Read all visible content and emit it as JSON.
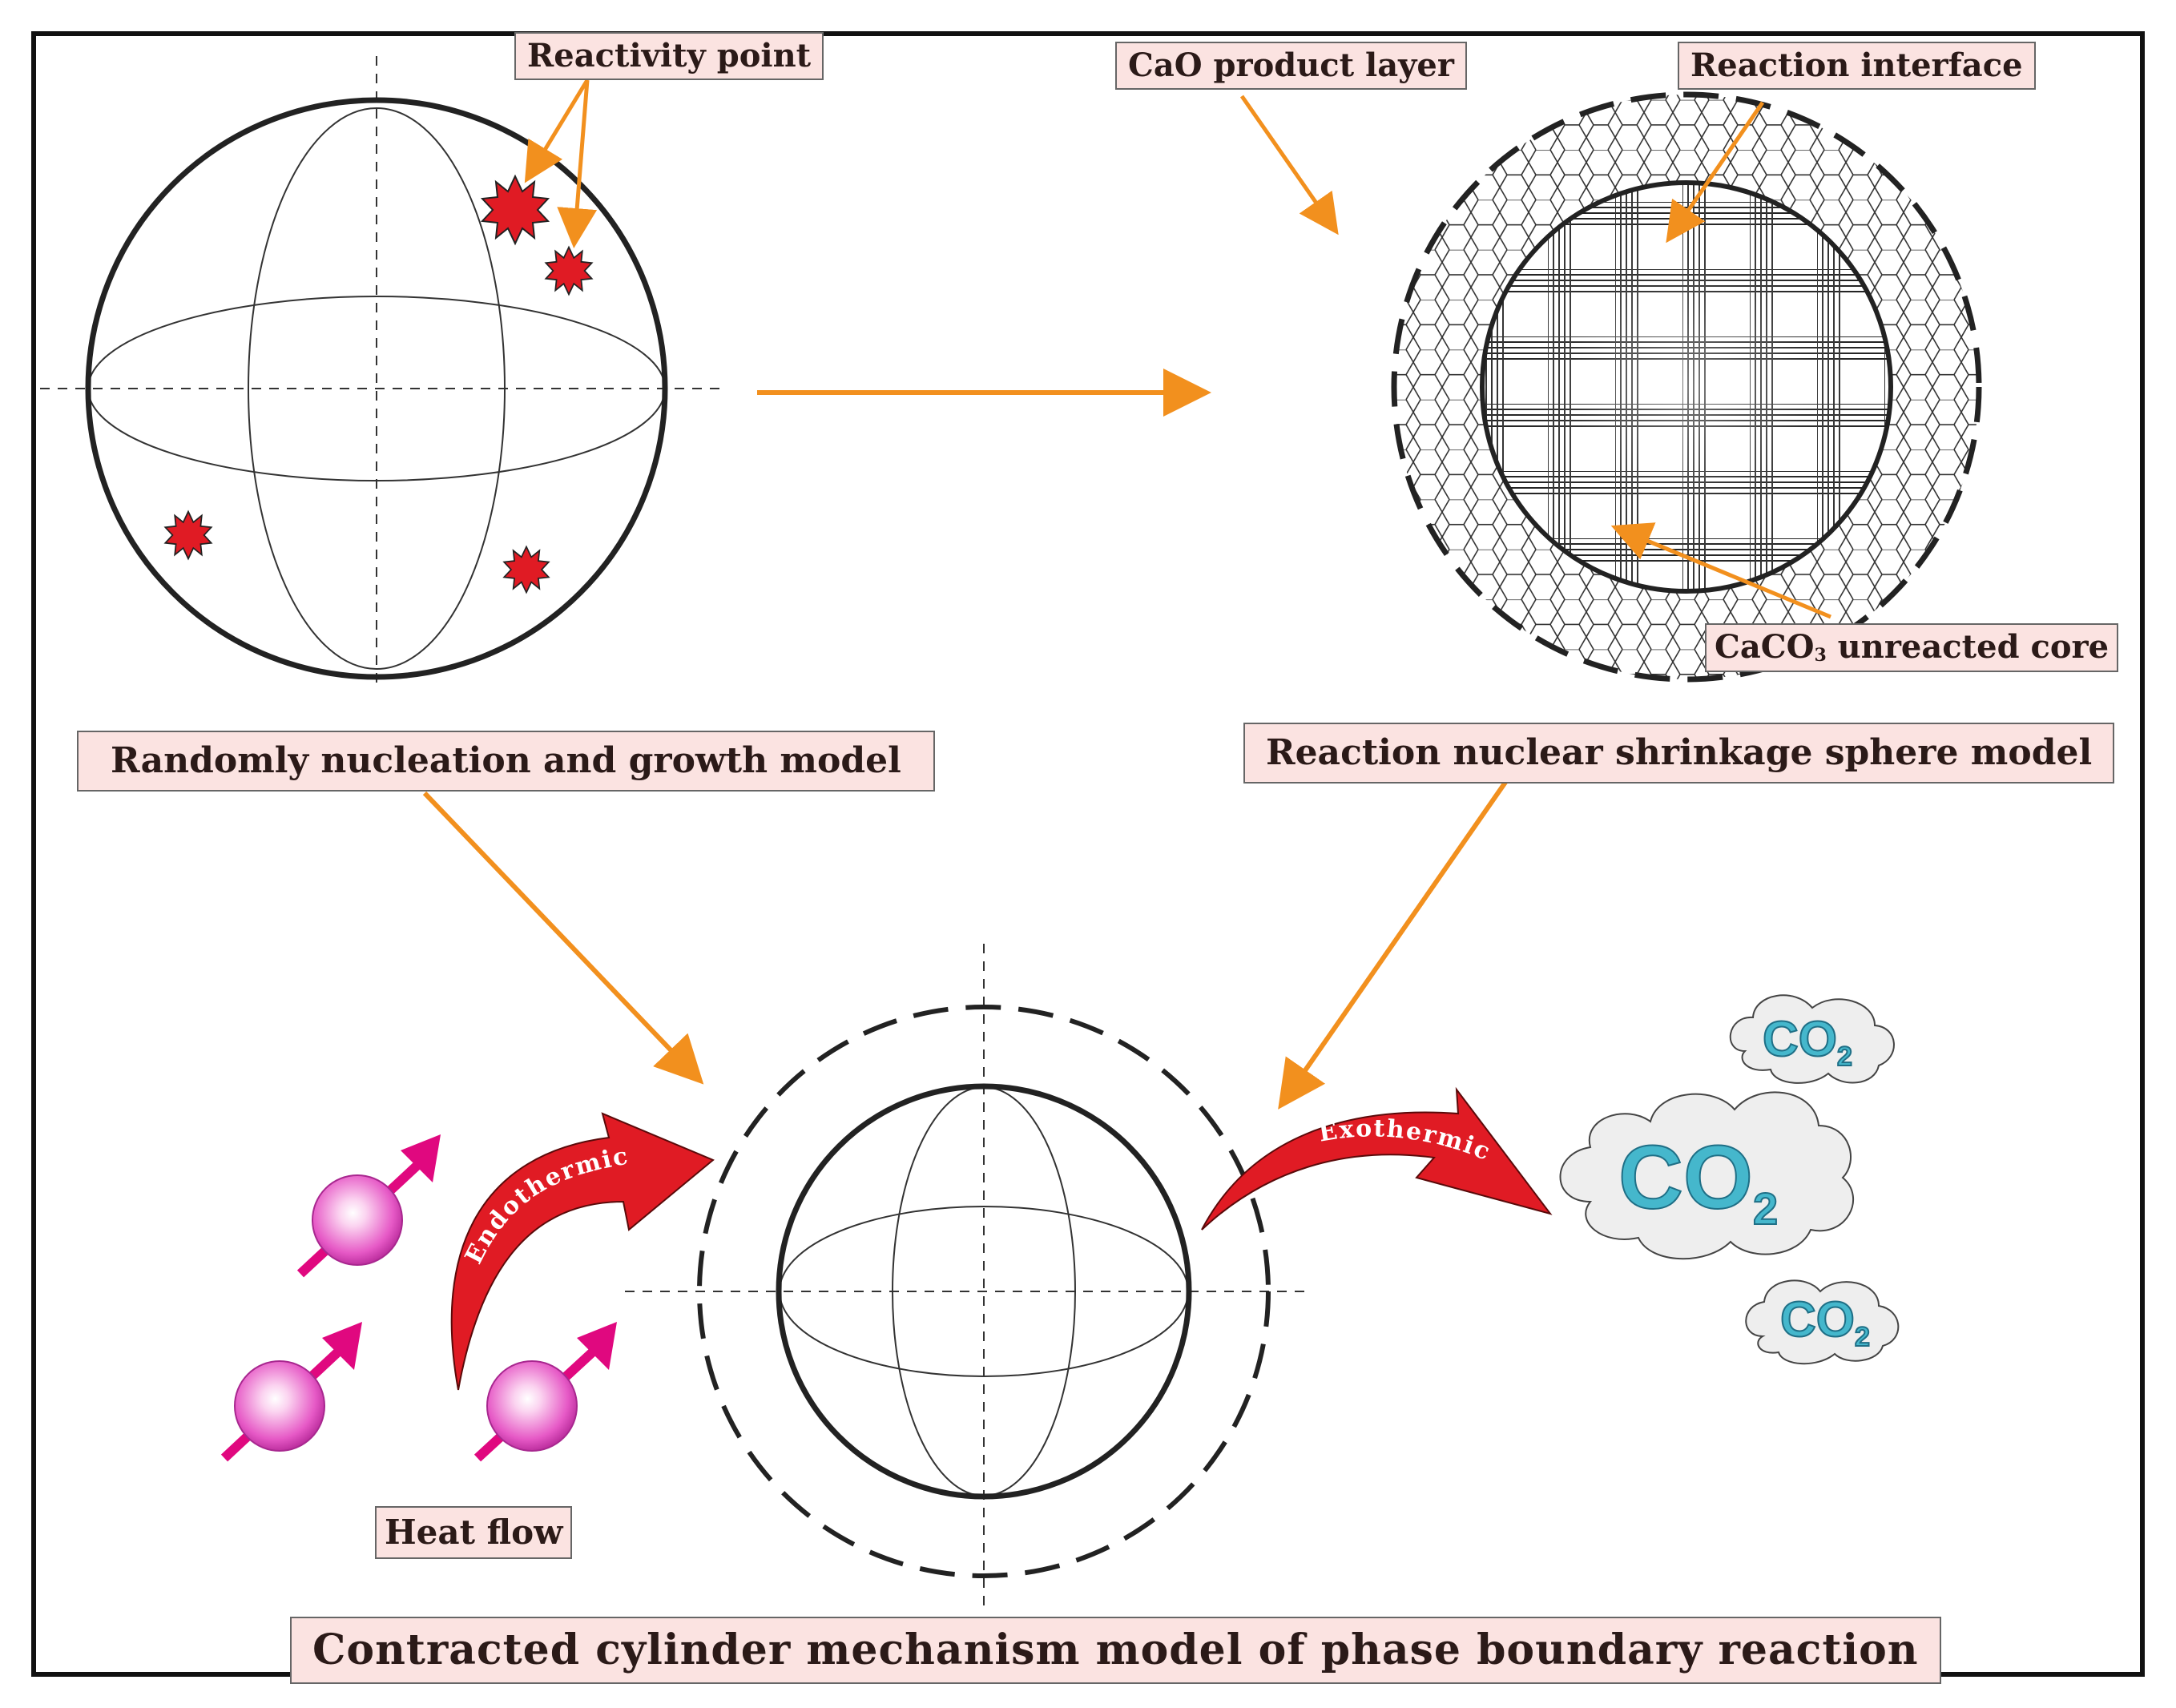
{
  "labels": {
    "reactivity_point": "Reactivity point",
    "cao_product_layer": "CaO product layer",
    "reaction_interface": "Reaction interface",
    "caco3_prefix": "CaCO",
    "caco3_sub": "3",
    "caco3_suffix": " unreacted core",
    "random_model": "Randomly nucleation and growth model",
    "shrinkage_model": "Reaction nuclear shrinkage sphere model",
    "heat_flow": "Heat flow",
    "contracted_model": "Contracted cylinder mechanism model of phase boundary reaction"
  },
  "arrows": {
    "endothermic": "Endothermic",
    "exothermic": "Exothermic"
  },
  "co2": {
    "text": "CO",
    "sub": "2"
  },
  "colors": {
    "accent_orange": "#f2901e",
    "label_fill": "#fbe3e1",
    "reaction_red": "#e01b24",
    "heat_magenta": "#e0087f",
    "co2_cyan": "#45b7cc"
  }
}
